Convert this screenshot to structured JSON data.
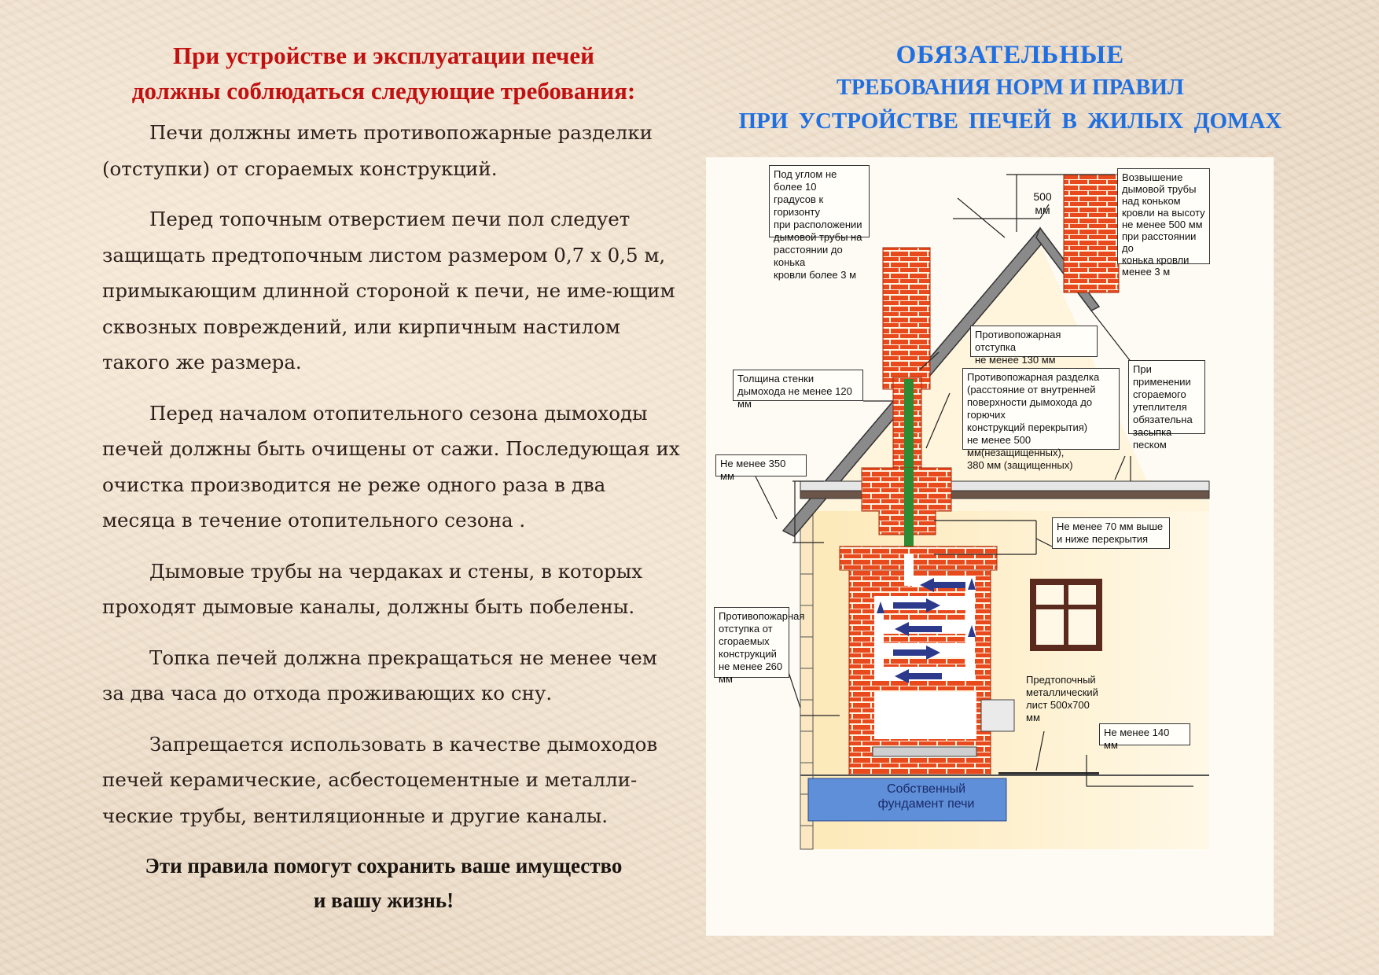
{
  "left": {
    "title_lines": [
      "При устройстве и эксплуатации печей",
      "должны соблюдаться следующие требования:"
    ],
    "paragraphs": [
      "Печи должны иметь противопожарные разделки (отступки) от сгораемых конструкций.",
      "Перед топочным отверстием печи пол следует защищать  предтопочным листом размером 0,7 х 0,5 м, примыкающим длинной стороной к печи, не име-ющим сквозных повреждений, или кирпичным настилом такого же размера.",
      "Перед началом отопительного сезона дымоходы печей должны быть очищены от сажи. Последующая их очистка производится не реже одного раза в два месяца в течение отопительного сезона .",
      "Дымовые трубы на чердаках и стены, в которых проходят дымовые каналы, должны быть побелены.",
      "Топка печей должна прекращаться не менее чем за два часа до отхода проживающих ко сну.",
      "Запрещается использовать в качестве дымоходов печей керамические, асбестоцементные и металли-ческие трубы, вентиляционные и другие каналы."
    ],
    "closing_lines": [
      "Эти правила помогут сохранить ваше имущество",
      "и  вашу  жизнь!"
    ]
  },
  "right": {
    "heading_lines": [
      "ОБЯЗАТЕЛЬНЫЕ",
      "ТРЕБОВАНИЯ НОРМ И ПРАВИЛ",
      "ПРИ  УСТРОЙСТВЕ  ПЕЧЕЙ  В  ЖИЛЫХ  ДОМАХ"
    ],
    "diagram": {
      "callout_angle": [
        "Под углом не более 10",
        "градусов к горизонту",
        "при расположении",
        "дымовой трубы на",
        "расстоянии до конька",
        "кровли более 3 м"
      ],
      "dim_500": [
        "500",
        "мм"
      ],
      "callout_rise": [
        "Возвышение",
        "дымовой трубы",
        "над коньком",
        "кровли на высоту",
        "не менее 500 мм",
        "при расстоянии до",
        "конька кровли",
        "менее 3 м"
      ],
      "callout_offset130": [
        "Противопожарная отступка",
        "не менее 130 мм"
      ],
      "callout_wall120": [
        "Толщина стенки",
        "дымохода не менее 120 мм"
      ],
      "callout_cut": [
        "Противопожарная разделка",
        "(расстояние от внутренней",
        "поверхности дымохода до горючих",
        "конструкций перекрытия)",
        "не менее 500 мм(незащищенных),",
        "380 мм (защищенных)"
      ],
      "callout_sand": [
        "При применении",
        "сгораемого",
        "утеплителя",
        "обязательна",
        "засыпка песком"
      ],
      "callout_350": [
        "Не менее 350 мм"
      ],
      "callout_70": [
        "Не менее 70 мм выше",
        "и ниже перекрытия"
      ],
      "callout_260": [
        "Противопожарная",
        "отступка от",
        "сгораемых",
        "конструкций",
        "не менее 260 мм"
      ],
      "callout_sheet": [
        "Предтопочный",
        "металлический",
        "лист 500х700 мм"
      ],
      "callout_140": [
        "Не менее 140 мм"
      ],
      "foundation": [
        "Собственный",
        "фундамент печи"
      ]
    }
  }
}
